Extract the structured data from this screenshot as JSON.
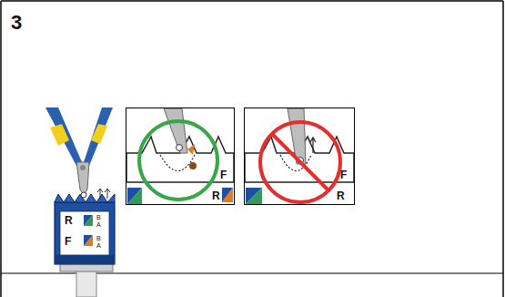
{
  "diagram": {
    "labels": [
      "3",
      "R",
      "B",
      "A",
      "F",
      "B",
      "A",
      "R",
      "F",
      "F",
      "R"
    ]
  }
}
